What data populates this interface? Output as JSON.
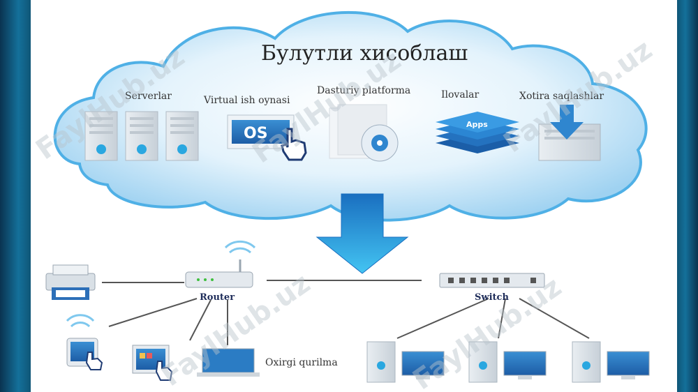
{
  "diagram": {
    "title": "Булутли хисоблаш",
    "cloud_services": [
      {
        "id": "servers",
        "label": "Serverlar"
      },
      {
        "id": "virtual",
        "label": "Virtual ish oynasi",
        "badge": "OS"
      },
      {
        "id": "platform",
        "label": "Dasturiy platforma"
      },
      {
        "id": "apps",
        "label": "Ilovalar",
        "badge": "Apps"
      },
      {
        "id": "storage",
        "label": "Xotira saqlashlar"
      }
    ],
    "network": {
      "router_label": "Router",
      "switch_label": "Switch",
      "devices_label": "Oxirgi qurilma"
    },
    "watermark": "FaylHub.uz"
  },
  "colors": {
    "cloud_fill": "#d6ebf8",
    "cloud_edge": "#4fb0e6",
    "arrow": "#2aa7e0"
  }
}
